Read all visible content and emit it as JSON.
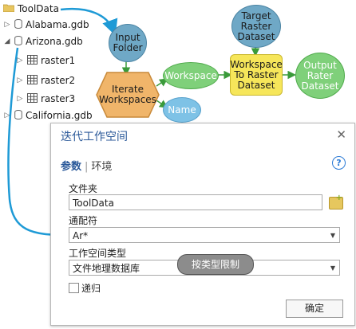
{
  "tree": {
    "root": "ToolData",
    "items": [
      {
        "label": "Alabama.gdb",
        "expand": "▷"
      },
      {
        "label": "Arizona.gdb",
        "expand": "◢"
      },
      {
        "label": "raster1",
        "expand": "▷"
      },
      {
        "label": "raster2",
        "expand": "▷"
      },
      {
        "label": "raster3",
        "expand": "▷"
      },
      {
        "label": "California.gdb",
        "expand": "▷"
      }
    ]
  },
  "model": {
    "input_folder": [
      "Input",
      "Folder"
    ],
    "iterate": [
      "Iterate",
      "Workspaces"
    ],
    "workspace": "Workspace",
    "name": "Name",
    "target": [
      "Target",
      "Raster",
      "Dataset"
    ],
    "tool": [
      "Workspace",
      "To Raster",
      "Dataset"
    ],
    "output": [
      "Output",
      "Rater",
      "Dataset"
    ]
  },
  "dialog": {
    "title": "迭代工作空间",
    "close": "✕",
    "tab_params": "参数",
    "tab_sep": "|",
    "tab_env": "环境",
    "help": "?",
    "folder_label": "文件夹",
    "folder_value": "ToolData",
    "wildcard_label": "通配符",
    "wildcard_value": "Ar*",
    "type_label": "工作空间类型",
    "type_value": "文件地理数据库",
    "recursive_label": "递归",
    "ok": "确定",
    "callout": "按类型限制"
  },
  "colors": {
    "input_node": "#6fa8c6",
    "iterator_node": "#f0b56a",
    "output_node": "#7fd07a",
    "tool_node": "#f6e65a",
    "arrow": "#1e9ad6"
  }
}
